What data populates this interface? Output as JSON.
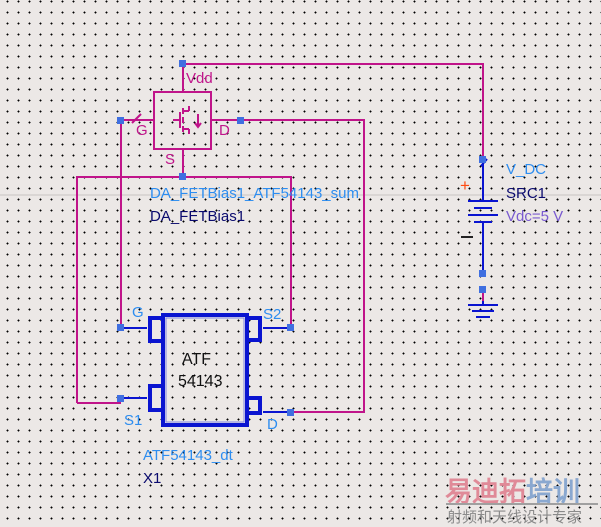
{
  "colors": {
    "background": "#ece8e6",
    "wire": "#c0148a",
    "component": "#0a14d0",
    "pin_label": "#2d8df0",
    "instance_label": "#0a0a6e",
    "param_label": "#7a5bd0",
    "node_marker": "#3f6fe0",
    "plus": "#ff4a10"
  },
  "bias_block": {
    "pins": {
      "vdd": "Vdd",
      "gate": "G",
      "drain": "D",
      "source": "S"
    },
    "model_name": "DA_FETBias1_ATF54143_sum",
    "instance_name": "DA_FETBias1"
  },
  "source": {
    "type": "V_DC",
    "instance_name": "SRC1",
    "param": "Vdc=5 V",
    "plus": "+",
    "minus": "−"
  },
  "transistor": {
    "body_line1": "ATF",
    "body_line2": "54143",
    "pins": {
      "gate": "G",
      "source1": "S1",
      "source2": "S2",
      "drain": "D"
    },
    "model_name": "ATF54143_dt",
    "instance_name": "X1"
  },
  "watermark": {
    "brand_part1": "易迪拓",
    "brand_part2": "培训",
    "tagline": "射频和天线设计专家"
  }
}
